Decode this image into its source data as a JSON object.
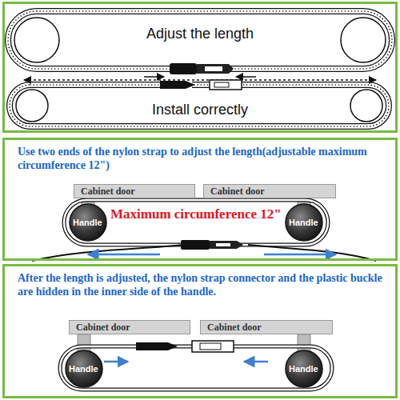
{
  "diagram": {
    "nodes": [
      {
        "text": [
          "Adjust the length",
          "Install correctly"
        ]
      },
      {
        "text": [
          "Use two ends of the nylon strap to adjust the length(adjustable maximum circumference 12\")"
        ]
      },
      {
        "text": [
          "Cabinet door"
        ],
        "in": 1
      },
      {
        "text": [
          "Cabinet door"
        ],
        "in": 1
      },
      {
        "text": [
          "Handle"
        ],
        "in": 1
      },
      {
        "text": [
          "Handle"
        ],
        "in": 1
      },
      {
        "text": [
          "After the length is adjusted, the nylon strap connector and the plastic buckle are hidden in the inner side of the handle."
        ]
      },
      {
        "text": [
          "Cabinet door"
        ],
        "in": 6
      },
      {
        "text": [
          "Cabinet door"
        ],
        "in": 6
      },
      {
        "text": [
          "Handle"
        ],
        "in": 6
      },
      {
        "text": [
          "Handle"
        ],
        "in": 6
      }
    ],
    "labels": [
      "Maximum circumference 12\""
    ]
  }
}
